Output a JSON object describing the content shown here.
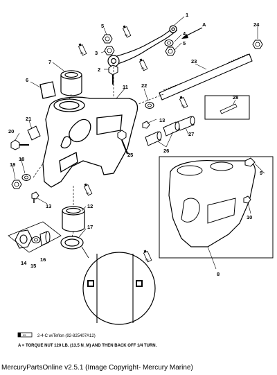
{
  "callouts": {
    "c1": "1",
    "c2": "2",
    "c3": "3",
    "c4": "4",
    "c5a": "5",
    "c5b": "5",
    "c6": "6",
    "c7": "7",
    "c8": "8",
    "c9": "9",
    "c10": "10",
    "c11": "11",
    "c12": "12",
    "c13a": "13",
    "c13b": "13",
    "c14": "14",
    "c15": "15",
    "c16": "16",
    "c17": "17",
    "c18": "18",
    "c19": "19",
    "c20": "20",
    "c21": "21",
    "c22": "22",
    "c23": "23",
    "c24": "24",
    "c25": "25",
    "c26": "26",
    "c27": "27",
    "c28": "28",
    "cA": "A"
  },
  "tube_label": "95",
  "legend": {
    "text": "2-4-C w/Teflon (92-825407A12)"
  },
  "note": {
    "text": "A = TORQUE NUT 120 LB. (13.5 N_M) AND THEN BACK OFF 1/4 TURN."
  },
  "footer": {
    "app_version": "MercuryPartsOnline v2.5.1",
    "copyright": "(Image Copyright- Mercury Marine)"
  }
}
